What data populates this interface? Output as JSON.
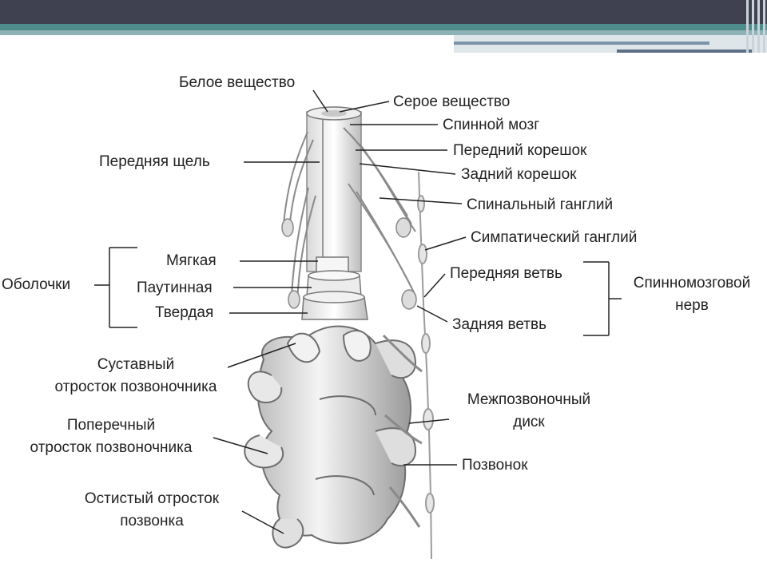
{
  "labels": {
    "white_matter": "Белое вещество",
    "gray_matter": "Серое вещество",
    "spinal_cord": "Спинной мозг",
    "anterior_root": "Передний корешок",
    "posterior_root": "Задний корешок",
    "spinal_ganglion": "Спинальный ганглий",
    "sympathetic_ganglion": "Симпатический ганглий",
    "anterior_fissure": "Передняя щель",
    "membranes": "Оболочки",
    "pia": "Мягкая",
    "arachnoid": "Паутинная",
    "dura": "Твердая",
    "anterior_branch": "Передняя ветвь",
    "posterior_branch": "Задняя ветвь",
    "spinal_nerve_line1": "Спинномозговой",
    "spinal_nerve_line2": "нерв",
    "articular_line1": "Суставный",
    "articular_line2": "отросток позвоночника",
    "transverse_line1": "Поперечный",
    "transverse_line2": "отросток позвоночника",
    "spinous_line1": "Остистый отросток",
    "spinous_line2": "позвонка",
    "disc_line1": "Межпозвоночный",
    "disc_line2": "диск",
    "vertebra": "Позвонок"
  }
}
